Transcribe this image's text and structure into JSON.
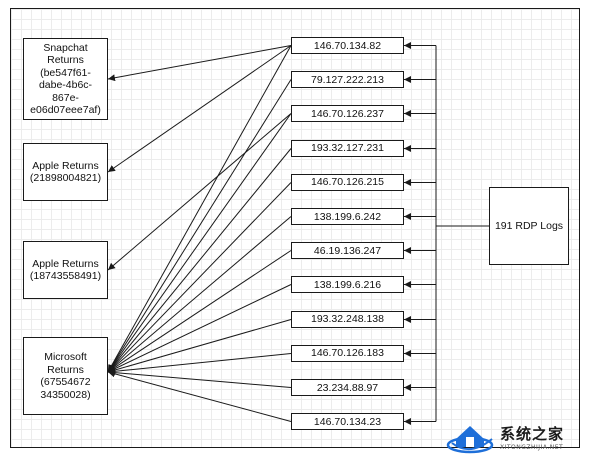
{
  "returns": [
    {
      "id": "snapchat",
      "text": "Snapchat\nReturns\n(be547f61-\ndabe-4b6c-\n867e-\ne06d07eee7af)"
    },
    {
      "id": "apple1",
      "text": "Apple Returns\n(21898004821)"
    },
    {
      "id": "apple2",
      "text": "Apple Returns\n(18743558491)"
    },
    {
      "id": "microsoft",
      "text": "Microsoft\nReturns\n(67554672\n34350028)"
    }
  ],
  "ips": [
    "146.70.134.82",
    "79.127.222.213",
    "146.70.126.237",
    "193.32.127.231",
    "146.70.126.215",
    "138.199.6.242",
    "46.19.136.247",
    "138.199.6.216",
    "193.32.248.138",
    "146.70.126.183",
    "23.234.88.97",
    "146.70.134.23"
  ],
  "logs_label": "191 RDP Logs",
  "connections": {
    "snapchat": [
      0
    ],
    "apple1": [
      0
    ],
    "apple2": [
      2
    ],
    "microsoft": [
      0,
      1,
      2,
      3,
      4,
      5,
      6,
      7,
      8,
      9,
      10,
      11
    ]
  },
  "colors": {
    "line": "#1a1a1a",
    "box_border": "#1a1a1a",
    "grid": "#ececec",
    "watermark_blue": "#1e6fd9"
  },
  "watermark": {
    "title": "系统之家",
    "subtitle": "XITONGZHIJIA.NET",
    "icon": "house-logo-icon"
  }
}
